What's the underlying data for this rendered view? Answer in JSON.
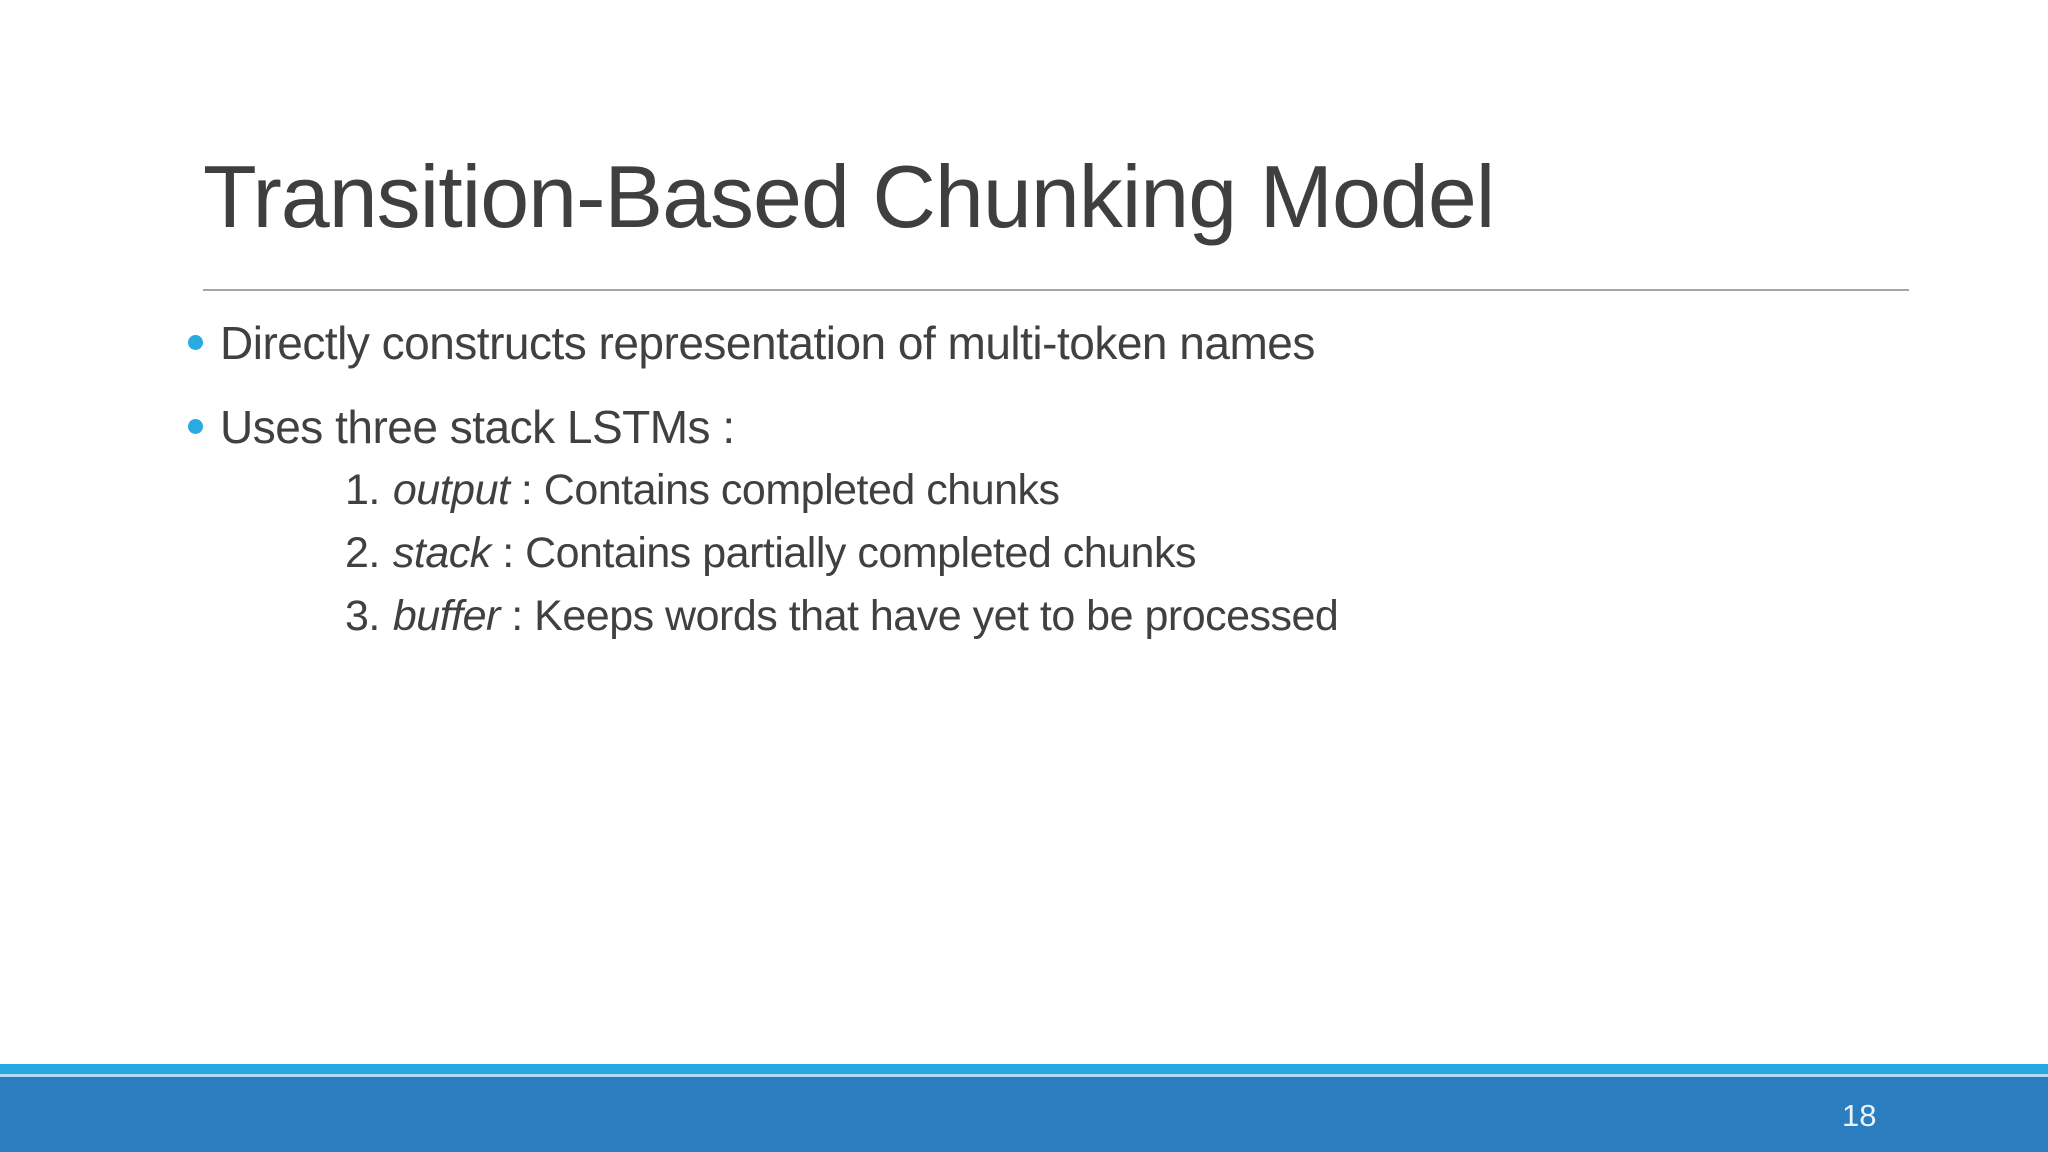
{
  "slide": {
    "title": "Transition-Based Chunking Model",
    "bullets": [
      {
        "text": "Directly constructs representation of multi-token names"
      },
      {
        "text": "Uses three stack LSTMs :"
      }
    ],
    "numbered_items": [
      {
        "number": "1.",
        "term": "output",
        "description": " : Contains completed chunks"
      },
      {
        "number": "2.",
        "term": "stack",
        "description": " : Contains partially completed chunks"
      },
      {
        "number": "3.",
        "term": "buffer",
        "description": " : Keeps words that have yet to be processed"
      }
    ]
  },
  "footer": {
    "page_number": "18"
  },
  "colors": {
    "title_text": "#3F3F3F",
    "body_text": "#404040",
    "bullet_dot": "#29ABE2",
    "title_rule": "#A6A6A6",
    "footer_strip": "#27A7DF",
    "footer_divider": "#AFDCF2",
    "footer_bar": "#2A7EBF",
    "page_number_text": "#EAF3FB"
  }
}
